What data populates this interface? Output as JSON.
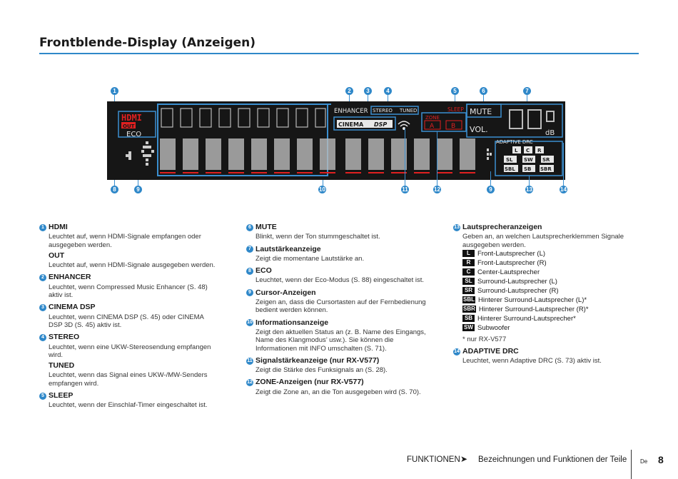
{
  "page": {
    "title": "Frontblende-Display (Anzeigen)"
  },
  "display": {
    "hdmi": "HDMI",
    "out": "OUT",
    "eco": "ECO",
    "enhancer": "ENHANCER",
    "stereo": "STEREO",
    "tuned": "TUNED",
    "cinema": "CINEMA",
    "dsp": "DSP",
    "zone": "ZONE",
    "zone_a": "A",
    "zone_b": "B",
    "sleep": "SLEEP",
    "mute": "MUTE",
    "vol": "VOL.",
    "db": "dB",
    "adaptive_drc": "ADAPTIVE DRC",
    "speakers": [
      "L",
      "C",
      "R",
      "SL",
      "SW",
      "SR",
      "SBL",
      "SB",
      "SBR"
    ],
    "callouts_top": [
      "1",
      "2",
      "3",
      "4",
      "5",
      "6",
      "7"
    ],
    "callouts_bottom": [
      "8",
      "9",
      "10",
      "11",
      "12",
      "9",
      "13",
      "14"
    ]
  },
  "legend": {
    "col1": [
      {
        "num": "1",
        "head": "HDMI",
        "desc": "Leuchtet auf, wenn HDMI-Signale empfangen oder ausgegeben werden.",
        "sub": "OUT",
        "sub_desc": "Leuchtet auf, wenn HDMI-Signale ausgegeben werden."
      },
      {
        "num": "2",
        "head": "ENHANCER",
        "desc": "Leuchtet, wenn Compressed Music Enhancer (S. 48) aktiv ist."
      },
      {
        "num": "3",
        "head": "CINEMA DSP",
        "desc": "Leuchtet, wenn CINEMA DSP (S. 45) oder CINEMA DSP 3D (S. 45) aktiv ist."
      },
      {
        "num": "4",
        "head": "STEREO",
        "desc": "Leuchtet, wenn eine UKW-Stereosendung empfangen wird.",
        "sub": "TUNED",
        "sub_desc": "Leuchtet, wenn das Signal eines UKW-/MW-Senders empfangen wird."
      },
      {
        "num": "5",
        "head": "SLEEP",
        "desc": "Leuchtet, wenn der Einschlaf-Timer eingeschaltet ist."
      }
    ],
    "col2": [
      {
        "num": "6",
        "head": "MUTE",
        "desc": "Blinkt, wenn der Ton stummgeschaltet ist."
      },
      {
        "num": "7",
        "head": "Lautstärkeanzeige",
        "desc": "Zeigt die momentane Lautstärke an."
      },
      {
        "num": "8",
        "head": "ECO",
        "desc": "Leuchtet, wenn der Eco-Modus (S. 88) eingeschaltet ist."
      },
      {
        "num": "9",
        "head": "Cursor-Anzeigen",
        "desc": "Zeigen an, dass die Cursortasten auf der Fernbedienung bedient werden können."
      },
      {
        "num": "10",
        "head": "Informationsanzeige",
        "desc": "Zeigt den aktuellen Status an (z. B. Name des Eingangs, Name des Klangmodus’ usw.). Sie können die Informationen mit INFO umschalten (S. 71)."
      },
      {
        "num": "11",
        "head": "Signalstärkeanzeige (nur RX-V577)",
        "desc": "Zeigt die Stärke des Funksignals an (S. 28)."
      },
      {
        "num": "12",
        "head": "ZONE-Anzeigen (nur RX-V577)",
        "desc": "Zeigt die Zone an, an die Ton ausgegeben wird (S. 70)."
      }
    ],
    "col3": {
      "num": "13",
      "head": "Lautsprecheranzeigen",
      "desc": "Geben an, an welchen Lautsprecherklemmen Signale ausgegeben werden.",
      "speakers": [
        {
          "badge": "L",
          "label": "Front-Lautsprecher (L)"
        },
        {
          "badge": "R",
          "label": "Front-Lautsprecher (R)"
        },
        {
          "badge": "C",
          "label": "Center-Lautsprecher"
        },
        {
          "badge": "SL",
          "label": "Surround-Lautsprecher (L)"
        },
        {
          "badge": "SR",
          "label": "Surround-Lautsprecher (R)"
        },
        {
          "badge": "SBL",
          "label": "Hinterer Surround-Lautsprecher (L)*"
        },
        {
          "badge": "SBR",
          "label": "Hinterer Surround-Lautsprecher (R)*"
        },
        {
          "badge": "SB",
          "label": "Hinterer Surround-Lautsprecher*"
        },
        {
          "badge": "SW",
          "label": "Subwoofer"
        }
      ],
      "note": "* nur RX-V577",
      "num2": "14",
      "head2": "ADAPTIVE DRC",
      "desc2": "Leuchtet, wenn Adaptive DRC (S. 73) aktiv ist."
    }
  },
  "footer": {
    "section": "FUNKTIONEN",
    "arrow": "➤",
    "page_title": "Bezeichnungen und Funktionen der Teile",
    "lang": "De",
    "page_num": "8"
  },
  "colors": {
    "accent": "#2f88c9",
    "display_bg": "#161616",
    "display_red": "#e02020"
  }
}
